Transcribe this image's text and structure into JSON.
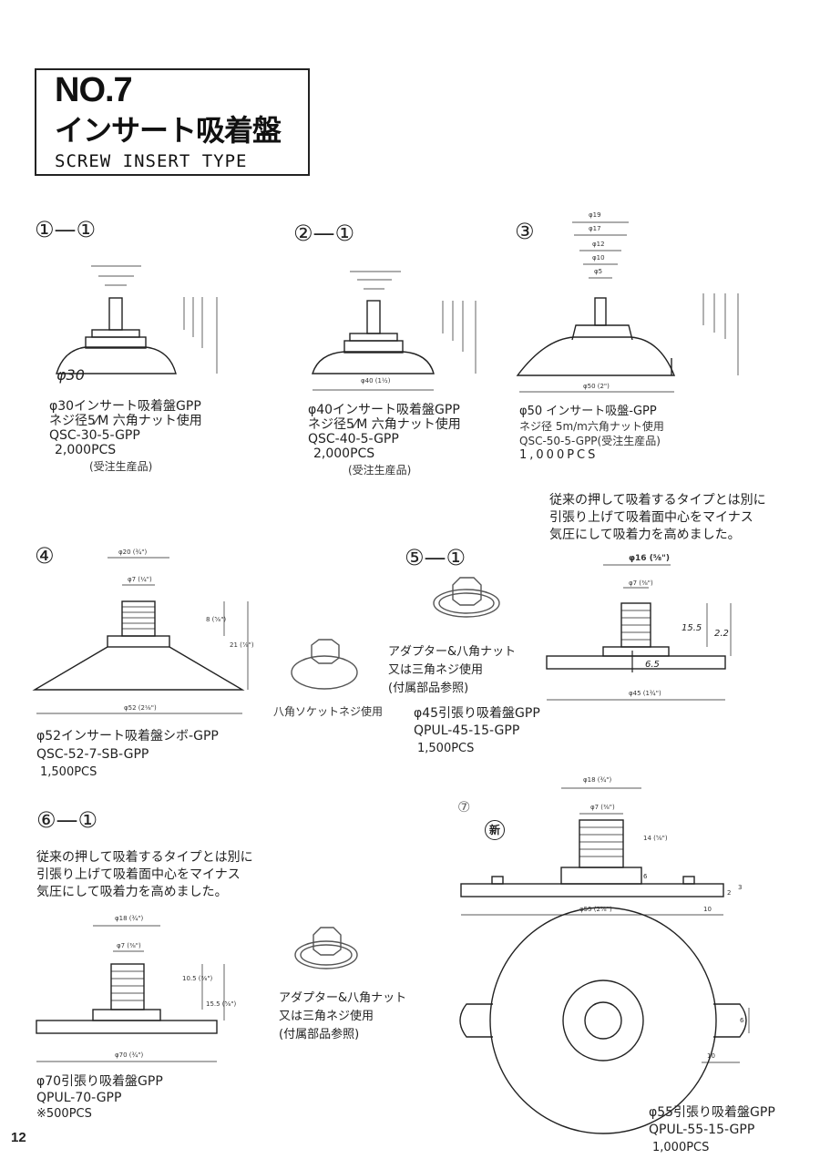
{
  "header": {
    "no_label": "NO.7",
    "title_jp": "インサート吸着盤",
    "title_en": "SCREW INSERT TYPE"
  },
  "page_number": "12",
  "items": {
    "item_1": {
      "number": "①—①",
      "name": "φ30インサート吸着盤GPP",
      "screw": "ネジ径5⁄M 六角ナット使用",
      "code": "QSC-30-5-GPP",
      "qty": "2,000PCS",
      "note": "(受注生産品)",
      "handwritten": "φ30"
    },
    "item_2": {
      "number": "②—①",
      "name": "φ40インサート吸着盤GPP",
      "screw": "ネジ径5⁄M 六角ナット使用",
      "code": "QSC-40-5-GPP",
      "qty": "2,000PCS",
      "note": "(受注生産品)",
      "dim_bottom": "φ40 (1½)"
    },
    "item_3": {
      "number": "③",
      "name": "φ50 インサート吸盤-GPP",
      "screw": "ネジ径 5m/m六角ナット使用",
      "code": "QSC-50-5-GPP(受注生産品)",
      "qty": "1,000PCS",
      "dim_bottom": "φ50 (2\")",
      "dims": [
        "φ19",
        "φ17",
        "φ12",
        "φ10",
        "φ5"
      ]
    },
    "item_4": {
      "number": "④",
      "name": "φ52インサート吸着盤シボ-GPP",
      "code": "QSC-52-7-SB-GPP",
      "qty": "1,500PCS",
      "dim_top": "φ20 (¾\")",
      "dim_screw": "φ7 (¼\")",
      "dim_bottom": "φ52 (2⅛\")",
      "dim_h1": "8 (⅝\")",
      "dim_h2": "21 (⅞\")",
      "socket_label": "八角ソケットネジ使用"
    },
    "item_5": {
      "number": "⑤—①",
      "adapter_1": "アダプター&八角ナット",
      "adapter_2": "又は三角ネジ使用",
      "adapter_3": "(付属部品参照)",
      "name": "φ45引張り吸着盤GPP",
      "code": "QPUL-45-15-GPP",
      "qty": "1,500PCS",
      "dim_top": "φ16 (⅝\")",
      "dim_screw": "φ7 (⅜\")",
      "dim_bottom": "φ45 (1¾\")",
      "hand_1": "15.5",
      "hand_2": "2.2",
      "hand_3": "6.5",
      "desc_1": "従来の押して吸着するタイプとは別に",
      "desc_2": "引張り上げて吸着面中心をマイナス",
      "desc_3": "気圧にして吸着力を高めました。"
    },
    "item_6": {
      "number": "⑥—①",
      "desc_1": "従来の押して吸着するタイプとは別に",
      "desc_2": "引張り上げて吸着面中心をマイナス",
      "desc_3": "気圧にして吸着力を高めました。",
      "name": "φ70引張り吸着盤GPP",
      "code": "QPUL-70-GPP",
      "qty": "※500PCS",
      "dim_top": "φ18 (¾\")",
      "dim_screw": "φ7 (⅜\")",
      "dim_bottom": "φ70 (¾\")",
      "dim_h1": "10.5 (⅜\")",
      "dim_h2": "15.5 (⅝\")",
      "adapter_1": "アダプター&八角ナット",
      "adapter_2": "又は三角ネジ使用",
      "adapter_3": "(付属部品参照)"
    },
    "item_7": {
      "number": "⑦",
      "new_badge": "新",
      "name": "φ55引張り吸着盤GPP",
      "code": "QPUL-55-15-GPP",
      "qty": "1,000PCS",
      "dim_top": "φ18 (¾\")",
      "dim_screw": "φ7 (⅜\")",
      "dim_bottom": "φ55 (2⅜\")",
      "dim_h1": "14 (⅝\")",
      "dim_h2": "6",
      "dim_side": "3",
      "dim_side2": "2",
      "dim_tab": "10",
      "dim_tab2": "10",
      "dim_tab3": "6"
    }
  }
}
